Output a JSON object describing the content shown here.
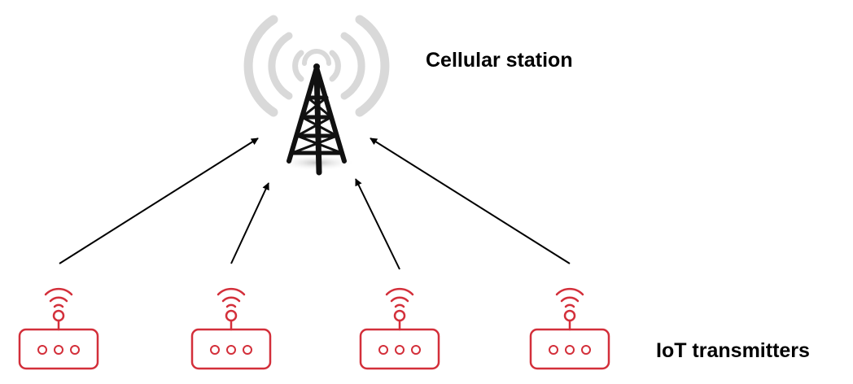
{
  "labels": {
    "station": "Cellular station",
    "transmitters": "IoT transmitters"
  },
  "colors": {
    "device": "#d32f3a",
    "arrow": "#000000",
    "signal": "#d9d9d9",
    "tower": "#111111"
  },
  "icons": {
    "tower": "cell-tower-icon",
    "transmitter": "wifi-router-icon"
  },
  "transmitters": [
    {
      "id": "transmitter-1"
    },
    {
      "id": "transmitter-2"
    },
    {
      "id": "transmitter-3"
    },
    {
      "id": "transmitter-4"
    }
  ]
}
